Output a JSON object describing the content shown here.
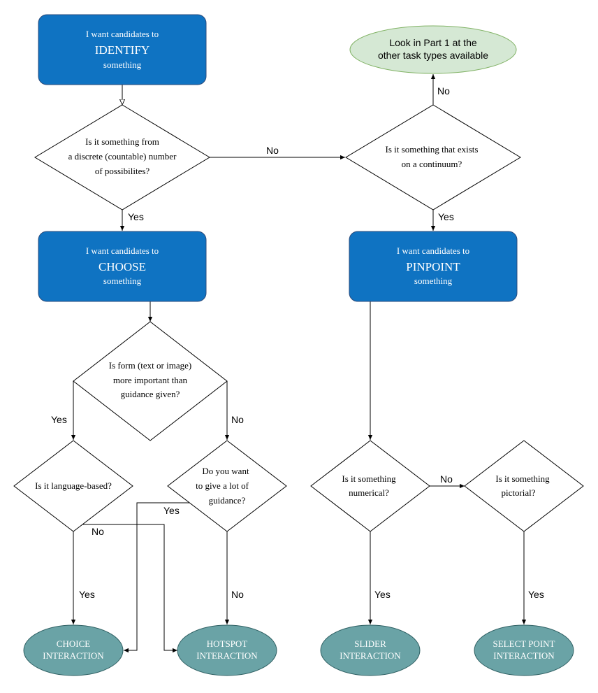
{
  "colors": {
    "blue_box": "#0f73c2",
    "blue_stroke": "#2a4b7c",
    "teal_ellipse": "#6aa3a6",
    "teal_stroke": "#2e5f62",
    "green_ellipse": "#d5e8d4",
    "green_stroke": "#82b366",
    "line": "#000000"
  },
  "boxes": {
    "identify": {
      "pre": "I want candidates to",
      "verb": "IDENTIFY",
      "post": "something"
    },
    "choose": {
      "pre": "I want candidates to",
      "verb": "CHOOSE",
      "post": "something"
    },
    "pinpoint": {
      "pre": "I want candidates to",
      "verb": "PINPOINT",
      "post": "something"
    },
    "look_part1": {
      "line1": "Look in Part 1 at the",
      "line2": "other task types available"
    }
  },
  "decisions": {
    "discrete": [
      "Is it something from",
      "a discrete (countable) number",
      "of possibilites?"
    ],
    "continuum": [
      "Is it something that exists",
      "on a continuum?"
    ],
    "form": [
      "Is form (text or image)",
      "more important than",
      "guidance given?"
    ],
    "language": [
      "Is it language-based?"
    ],
    "guidance": [
      "Do you want",
      "to give a lot of",
      "guidance?"
    ],
    "numerical": [
      "Is it something",
      "numerical?"
    ],
    "pictorial": [
      "Is it something",
      "pictorial?"
    ]
  },
  "outcomes": {
    "choice": [
      "CHOICE",
      "INTERACTION"
    ],
    "hotspot": [
      "HOTSPOT",
      "INTERACTION"
    ],
    "slider": [
      "SLIDER",
      "INTERACTION"
    ],
    "select_point": [
      "SELECT POINT",
      "INTERACTION"
    ]
  },
  "edge_labels": {
    "discrete_no": "No",
    "discrete_yes": "Yes",
    "continuum_no": "No",
    "continuum_yes": "Yes",
    "form_yes": "Yes",
    "form_no": "No",
    "language_no": "No",
    "language_yes": "Yes",
    "guidance_yes": "Yes",
    "guidance_no": "No",
    "numerical_no": "No",
    "numerical_yes": "Yes",
    "pictorial_yes": "Yes"
  }
}
